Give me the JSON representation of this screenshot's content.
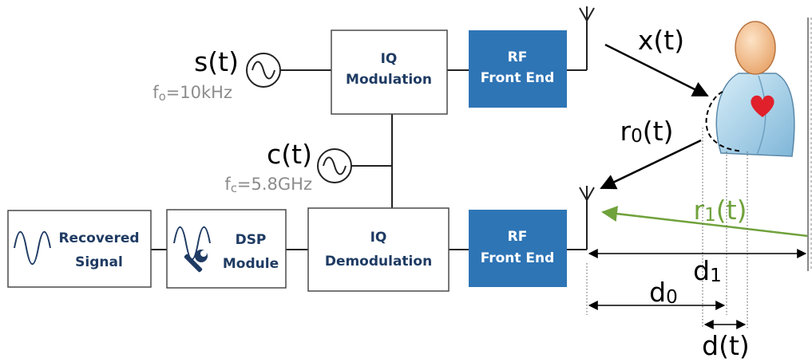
{
  "blocks": {
    "iq_mod": [
      "IQ",
      "Modulation"
    ],
    "iq_demod": [
      "IQ",
      "Demodulation"
    ],
    "rf_tx": [
      "RF",
      "Front End"
    ],
    "rf_rx": [
      "RF",
      "Front End"
    ],
    "dsp": [
      "DSP",
      "Module"
    ],
    "recovered": [
      "Recovered",
      "Signal"
    ]
  },
  "sources": {
    "s": {
      "name": "s(t)",
      "freq_main": "f",
      "freq_sub": "o",
      "freq_val": "=10kHz"
    },
    "c": {
      "name": "c(t)",
      "freq_main": "f",
      "freq_sub": "c",
      "freq_val": "=5.8GHz"
    }
  },
  "signals": {
    "x": "x(t)",
    "r0_main": "r",
    "r0_sub": "0",
    "r0_tail": "(t)",
    "r1_main": "r",
    "r1_sub": "1",
    "r1_tail": "(t)"
  },
  "distances": {
    "d1_main": "d",
    "d1_sub": "1",
    "d0_main": "d",
    "d0_sub": "0",
    "dt": "d(t)"
  },
  "colors": {
    "rf_block": "#2e75b6",
    "block_border": "#4a4a4a",
    "block_text": "#1f3b63",
    "r1_color": "#70a23c",
    "freq_text": "#8c8c8c",
    "heart": "#e0202a",
    "body": "#a9d3ea"
  },
  "icons": [
    "sine-wave-icon",
    "wrench-icon",
    "antenna-icon",
    "heart-icon",
    "person-icon",
    "oscillator-icon"
  ]
}
